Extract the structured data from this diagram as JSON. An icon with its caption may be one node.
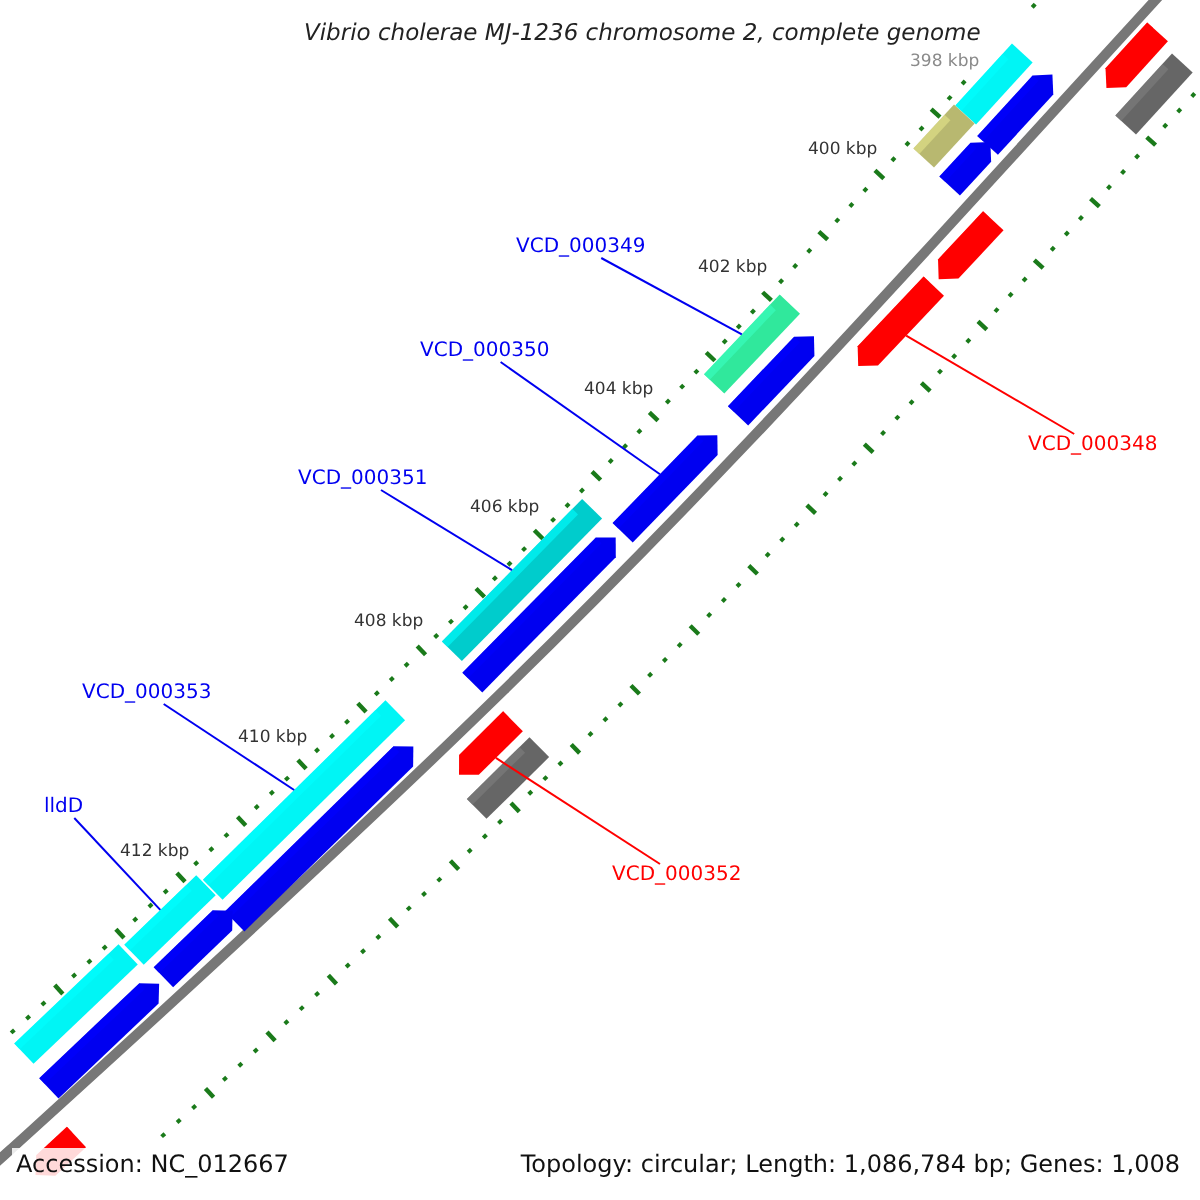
{
  "diagram": {
    "title": "Vibrio cholerae MJ-1236 chromosome 2, complete genome",
    "nodes": [
      {
        "text": [
          "VCD_000349"
        ]
      },
      {
        "text": [],
        "shape": "bar"
      },
      {
        "text": [
          "VCD_000350"
        ]
      },
      {
        "text": [],
        "shape": "arrow"
      },
      {
        "text": [
          "VCD_000351"
        ]
      },
      {
        "text": [],
        "shape": "bar"
      },
      {
        "text": [
          "VCD_000353"
        ]
      },
      {
        "text": [],
        "shape": "bar"
      },
      {
        "text": [
          "lldD"
        ]
      },
      {
        "text": [],
        "shape": "bar"
      },
      {
        "text": [
          "VCD_000348"
        ]
      },
      {
        "text": [],
        "shape": "arrow"
      },
      {
        "text": [
          "VCD_000352"
        ]
      },
      {
        "text": [],
        "shape": "arrow"
      },
      {
        "text": [],
        "shape": "arrow"
      },
      {
        "text": [],
        "shape": "arrow"
      },
      {
        "text": [],
        "shape": "bar"
      },
      {
        "text": [],
        "shape": "bar"
      },
      {
        "text": [],
        "shape": "arrow"
      },
      {
        "text": [],
        "shape": "bar"
      },
      {
        "text": [],
        "shape": "arrow"
      },
      {
        "text": [],
        "shape": "arrow"
      },
      {
        "text": [],
        "shape": "arrow"
      },
      {
        "text": [],
        "shape": "bar"
      },
      {
        "text": [],
        "shape": "arrow"
      },
      {
        "text": [],
        "shape": "arrow"
      },
      {
        "text": [],
        "shape": "arrow"
      },
      {
        "text": [],
        "shape": "bar"
      },
      {
        "text": [],
        "shape": "arrow"
      }
    ],
    "edges": [
      {
        "from": 0,
        "to": 1,
        "arrow": "none"
      },
      {
        "from": 2,
        "to": 3,
        "arrow": "none"
      },
      {
        "from": 4,
        "to": 5,
        "arrow": "none"
      },
      {
        "from": 6,
        "to": 7,
        "arrow": "none"
      },
      {
        "from": 8,
        "to": 9,
        "arrow": "none"
      },
      {
        "from": 10,
        "to": 11,
        "arrow": "none",
        "color": "#ff0000"
      },
      {
        "from": 12,
        "to": 13,
        "arrow": "none",
        "color": "#ff0000"
      }
    ],
    "labels": [
      "398 kbp",
      "400 kbp",
      "402 kbp",
      "404 kbp",
      "406 kbp",
      "408 kbp",
      "410 kbp",
      "412 kbp",
      "Accession: NC_012667",
      "Topology: circular; Length: 1,086,784 bp; Genes: 1,008"
    ]
  }
}
